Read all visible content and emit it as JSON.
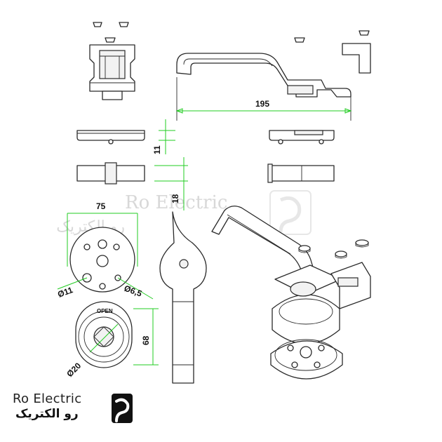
{
  "dimensions": {
    "width_195": "195",
    "height_11": "11",
    "height_18": "18",
    "diameter_75": "75",
    "hole_11": "Ø11",
    "hole_6_5": "Ø6,5",
    "height_68": "68",
    "bore_20": "Ø20"
  },
  "labels": {
    "open": "OPEN"
  },
  "watermark": {
    "latin": "Ro Electric",
    "persian": "رو الکتریک"
  },
  "brand": {
    "name_en": "Ro Electric",
    "name_fa": "رو الکتریک"
  },
  "colors": {
    "dimension_lines": "#22cc22",
    "outline": "#2a2a2a"
  }
}
